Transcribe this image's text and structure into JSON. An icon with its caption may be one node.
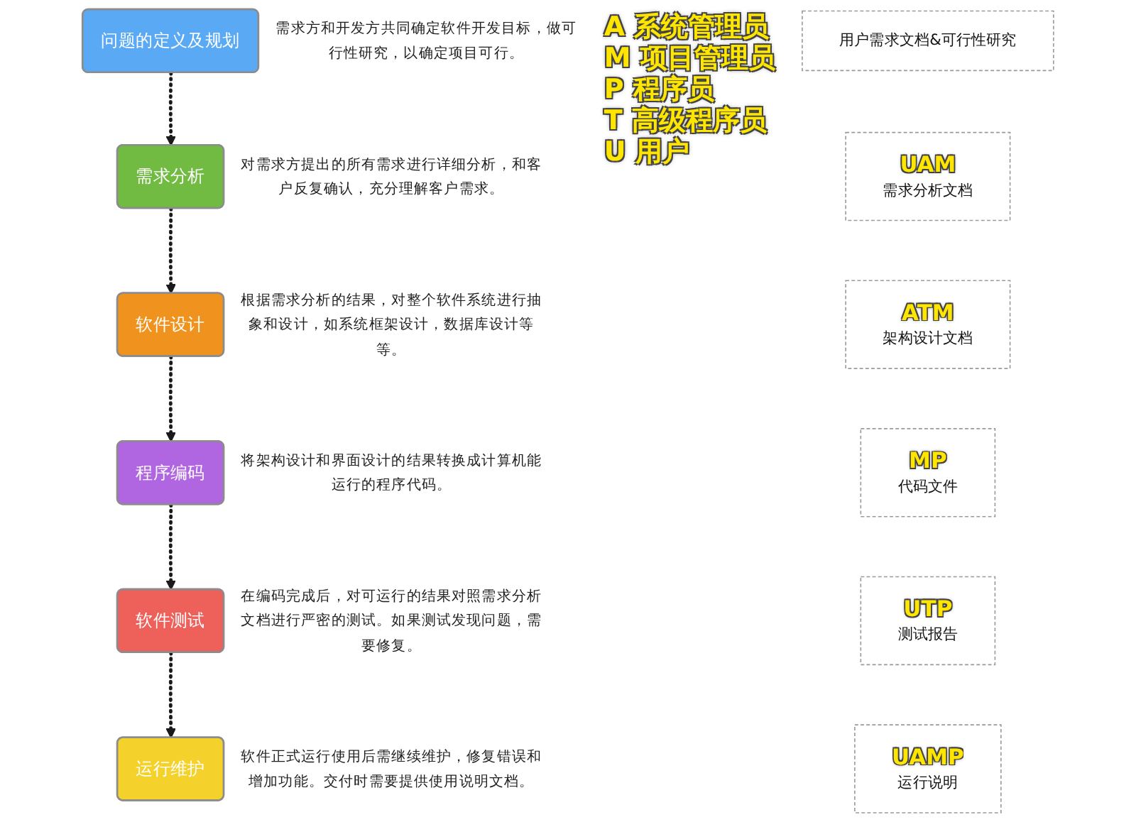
{
  "diagram": {
    "nodes": [
      {
        "text": [
          "问题的定义及规划"
        ],
        "beside": [
          "需求方和开发方共同确定软件开发目标，做可行性研究，以确定项目可行。"
        ]
      },
      {
        "text": [
          "需求分析"
        ],
        "beside": [
          "对需求方提出的所有需求进行详细分析，和客户反复确认，充分理解客户需求。"
        ]
      },
      {
        "text": [
          "软件设计"
        ],
        "beside": [
          "根据需求分析的结果，对整个软件系统进行抽象和设计，如系统框架设计，数据库设计等等。"
        ]
      },
      {
        "text": [
          "程序编码"
        ],
        "beside": [
          "将架构设计和界面设计的结果转换成计算机能运行的程序代码。"
        ]
      },
      {
        "text": [
          "软件测试"
        ],
        "beside": [
          "在编码完成后，对可运行的结果对照需求分析文档进行严密的测试。如果测试发现问题，需要修复。"
        ]
      },
      {
        "text": [
          "运行维护"
        ],
        "beside": [
          "软件正式运行使用后需继续维护，修复错误和增加功能。交付时需要提供使用说明文档。"
        ]
      },
      {
        "text": [
          "用户需求文档&可行性研究"
        ]
      },
      {
        "text": [
          "UAM",
          "需求分析文档"
        ]
      },
      {
        "text": [
          "ATM",
          "架构设计文档"
        ]
      },
      {
        "text": [
          "MP",
          "代码文件"
        ]
      },
      {
        "text": [
          "UTP",
          "测试报告"
        ]
      },
      {
        "text": [
          "UAMP",
          "运行说明"
        ]
      }
    ],
    "edges": [
      {
        "from": 0,
        "to": 1,
        "arrow": "to",
        "style": "dashed"
      },
      {
        "from": 1,
        "to": 2,
        "arrow": "to",
        "style": "dashed"
      },
      {
        "from": 2,
        "to": 3,
        "arrow": "to",
        "style": "dashed"
      },
      {
        "from": 3,
        "to": 4,
        "arrow": "to",
        "style": "dashed"
      },
      {
        "from": 4,
        "to": 5,
        "arrow": "to",
        "style": "dashed"
      }
    ],
    "labels": [
      "A 系统管理员",
      "M 项目管理员",
      "P 程序员",
      "T 高级程序员",
      "U 用户"
    ]
  }
}
